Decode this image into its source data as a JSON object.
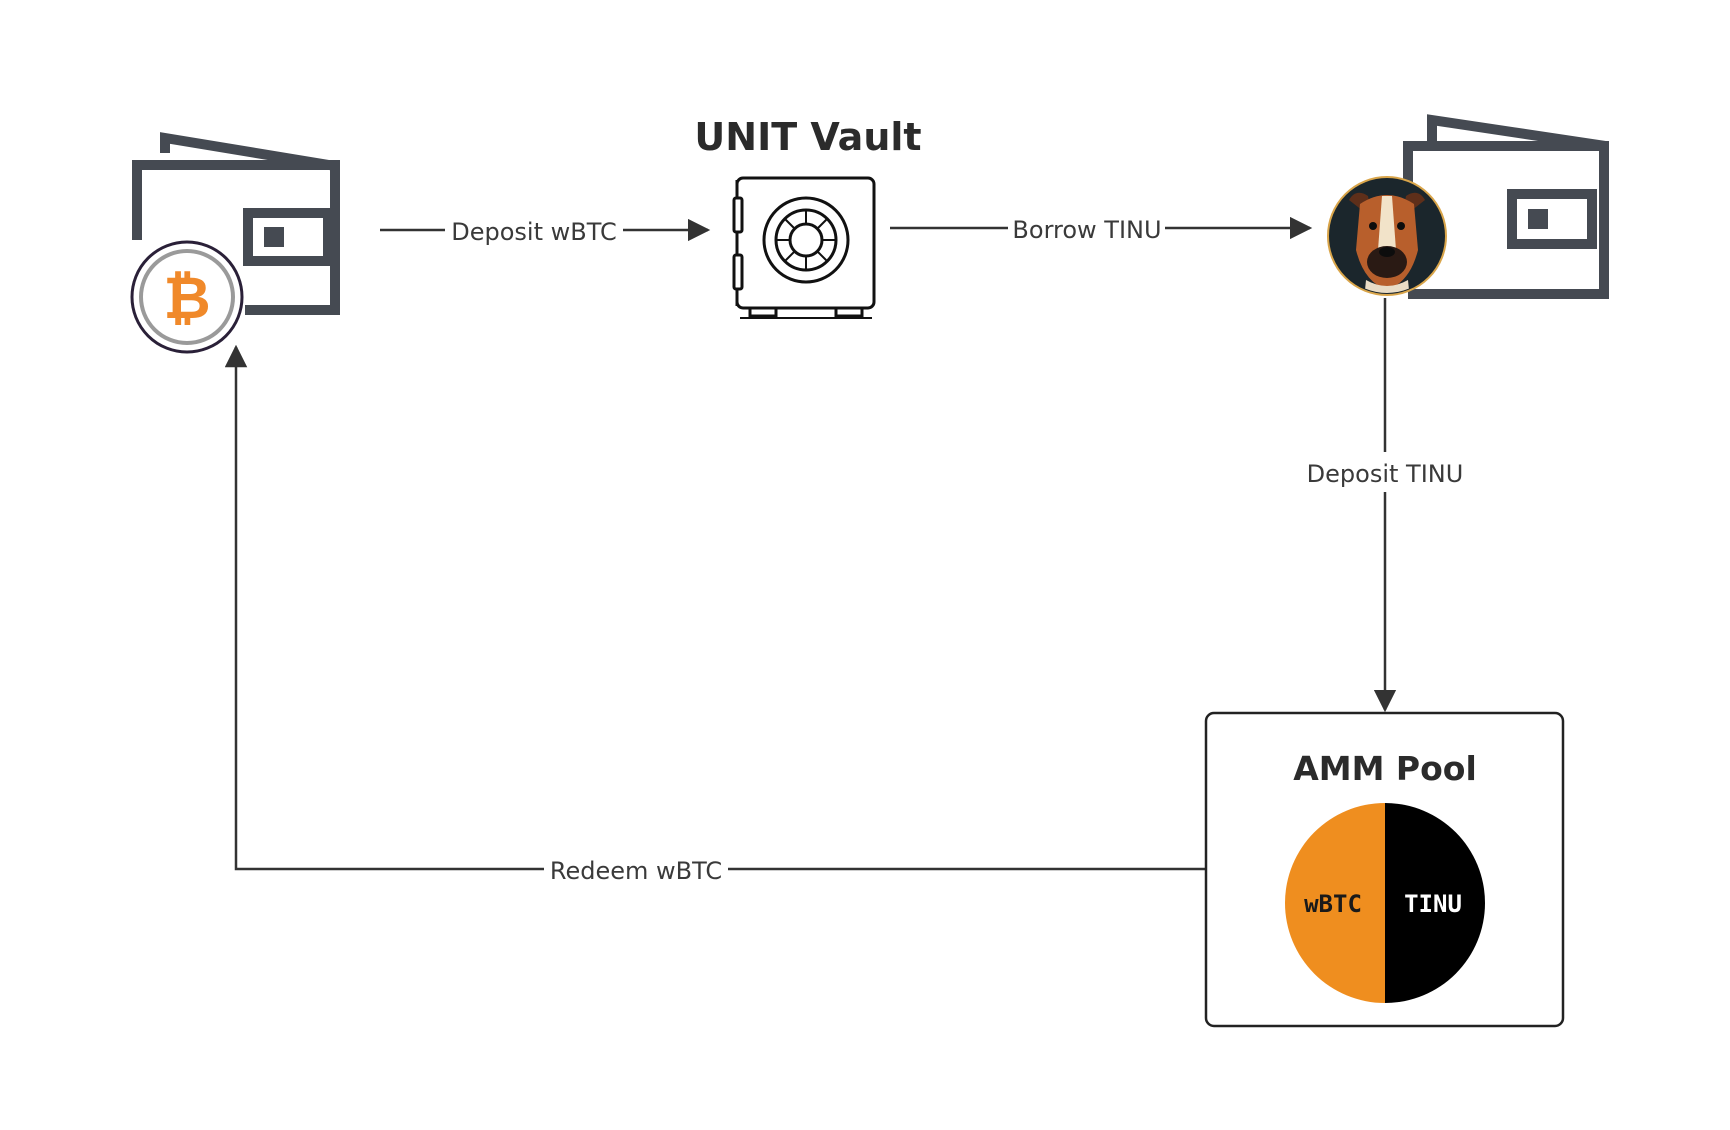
{
  "nodes": {
    "vault_title": "UNIT Vault",
    "pool_title": "AMM Pool",
    "pool_token_left": "wBTC",
    "pool_token_right": "TINU"
  },
  "edges": {
    "deposit_wbtc": "Deposit wBTC",
    "borrow_tinu": "Borrow TINU",
    "deposit_tinu": "Deposit TINU",
    "redeem_wbtc": "Redeem wBTC"
  },
  "icons": {
    "wallet_left": "wallet-icon",
    "bitcoin": "bitcoin-icon",
    "vault": "safe-icon",
    "wallet_right": "wallet-icon",
    "tinu": "dog-avatar-icon",
    "pool": "token-pair-icon"
  },
  "colors": {
    "wallet": "#454a52",
    "bitcoin": "#f0892a",
    "line": "#333333",
    "pool_left": "#ef8e1f",
    "pool_right": "#000000"
  }
}
